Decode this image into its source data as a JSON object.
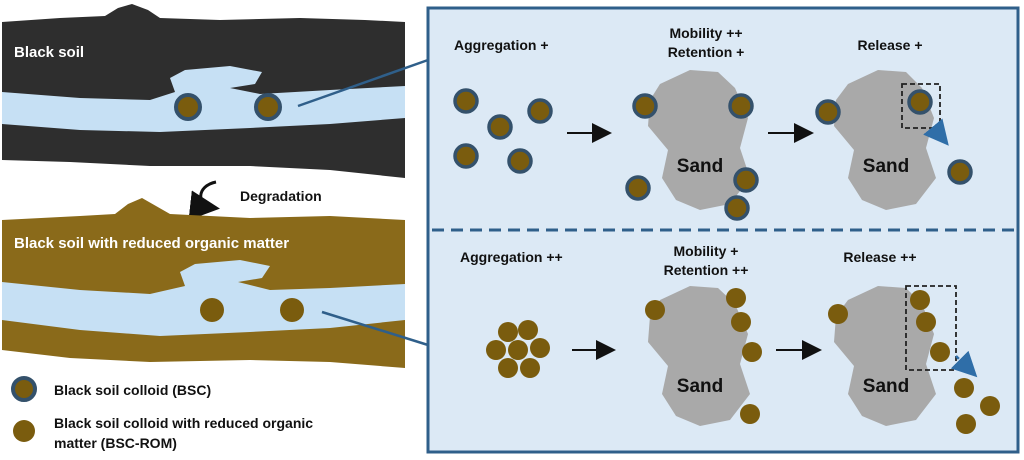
{
  "left": {
    "top_soil_label": "Black soil",
    "degradation_label": "Degradation",
    "bottom_soil_label": "Black soil with reduced organic matter"
  },
  "legend": {
    "bsc_label": "Black soil colloid (BSC)",
    "rom_label_line1": "Black soil colloid with reduced organic",
    "rom_label_line2": "matter (BSC-ROM)"
  },
  "panel_top": {
    "aggregation": "Aggregation +",
    "mobility": "Mobility ++",
    "retention": "Retention +",
    "release": "Release +",
    "sand_1": "Sand",
    "sand_2": "Sand"
  },
  "panel_bottom": {
    "aggregation": "Aggregation ++",
    "mobility": "Mobility +",
    "retention": "Retention ++",
    "release": "Release ++",
    "sand_1": "Sand",
    "sand_2": "Sand"
  },
  "colors": {
    "black_soil": "#2e2e2e",
    "degraded_soil": "#8a6a1a",
    "water": "#c6e0f4",
    "panel_bg": "#dce9f5",
    "panel_border": "#2f5f8a",
    "colloid_fill": "#7a5c0e",
    "colloid_ring": "#34516b",
    "sand": "#a9a9a9",
    "link_line": "#2f5f8a"
  }
}
